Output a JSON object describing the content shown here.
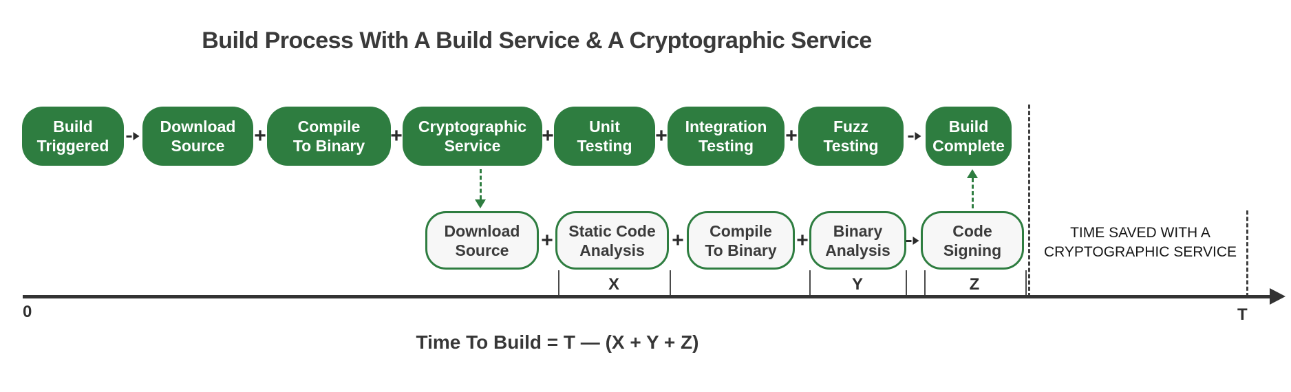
{
  "title": "Build Process With A Build Service & A Cryptographic Service",
  "colors": {
    "green": "#2e7d40",
    "dark_line": "#333333",
    "dark_text": "#3a3a3a",
    "light_box_fill": "#f7f7f7"
  },
  "symbols": {
    "plus": "+"
  },
  "build_service_row": {
    "boxes": [
      {
        "id": "build-triggered",
        "lines": [
          "Build",
          "Triggered"
        ]
      },
      {
        "id": "download-source",
        "lines": [
          "Download",
          "Source"
        ]
      },
      {
        "id": "compile-to-binary",
        "lines": [
          "Compile",
          "To Binary"
        ]
      },
      {
        "id": "cryptographic-service",
        "lines": [
          "Cryptographic",
          "Service"
        ]
      },
      {
        "id": "unit-testing",
        "lines": [
          "Unit",
          "Testing"
        ]
      },
      {
        "id": "integration-testing",
        "lines": [
          "Integration",
          "Testing"
        ]
      },
      {
        "id": "fuzz-testing",
        "lines": [
          "Fuzz",
          "Testing"
        ]
      },
      {
        "id": "build-complete",
        "lines": [
          "Build",
          "Complete"
        ]
      }
    ]
  },
  "crypto_service_row": {
    "boxes": [
      {
        "id": "download-source",
        "lines": [
          "Download",
          "Source"
        ]
      },
      {
        "id": "static-code-analysis",
        "lines": [
          "Static Code",
          "Analysis"
        ]
      },
      {
        "id": "compile-to-binary",
        "lines": [
          "Compile",
          "To Binary"
        ]
      },
      {
        "id": "binary-analysis",
        "lines": [
          "Binary",
          "Analysis"
        ]
      },
      {
        "id": "code-signing",
        "lines": [
          "Code",
          "Signing"
        ]
      }
    ]
  },
  "duration_brackets": [
    {
      "label": "X"
    },
    {
      "label": "Y"
    },
    {
      "label": "Z"
    }
  ],
  "timeline": {
    "start_label": "0",
    "end_label": "T"
  },
  "time_saved_note": {
    "line1": "TIME SAVED WITH A",
    "line2": "CRYPTOGRAPHIC SERVICE"
  },
  "formula": "Time To Build = T — (X + Y + Z)"
}
